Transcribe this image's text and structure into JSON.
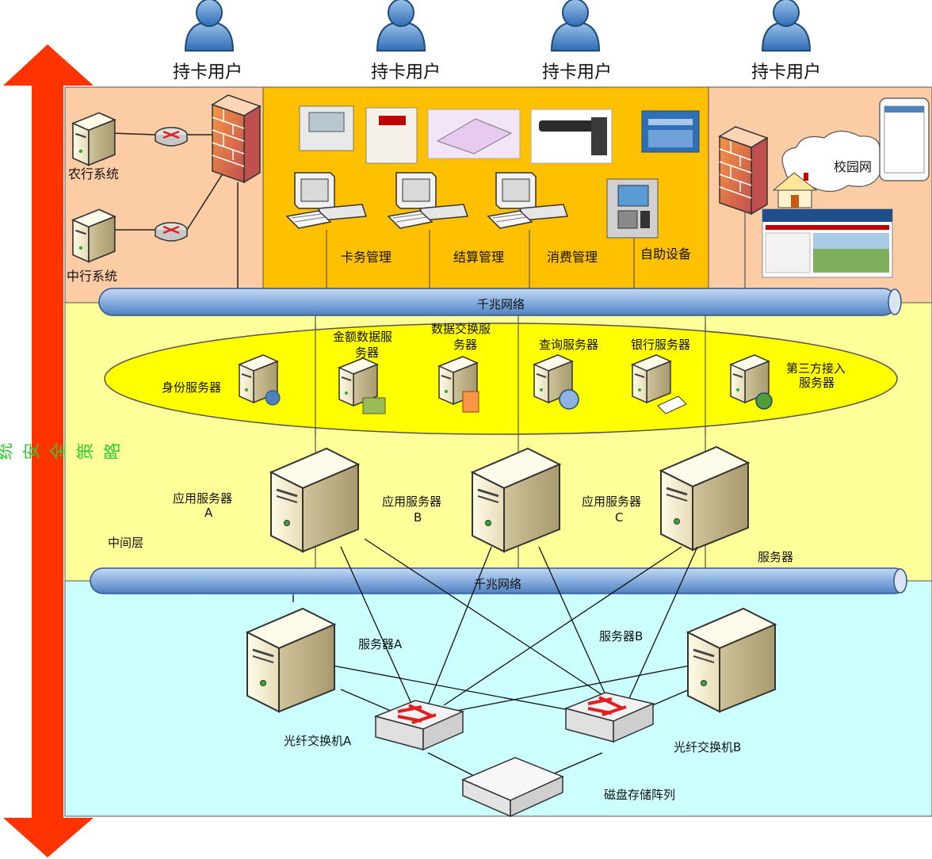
{
  "users": {
    "u1": "持卡用户",
    "u2": "持卡用户",
    "u3": "持卡用户",
    "u4": "持卡用户"
  },
  "side_arrow": {
    "label": "系统安全策略",
    "color": "#FF3300",
    "text_color": "#33CC33"
  },
  "top_layer": {
    "abc_system": "农行系统",
    "boc_system": "中行系统",
    "card_mgmt": "卡务管理",
    "settle_mgmt": "结算管理",
    "consume_mgmt": "消费管理",
    "self_service": "自助设备",
    "campus_net": "校园网"
  },
  "networks": {
    "gigabit_top": "千兆网络",
    "gigabit_bottom": "千兆网络"
  },
  "servers": {
    "identity": "身份服务器",
    "amount_data_1": "金额数据服",
    "amount_data_2": "务器",
    "data_exchange_1": "数据交换服",
    "data_exchange_2": "务器",
    "query": "查询服务器",
    "bank": "银行服务器",
    "third_party_1": "第三方接入",
    "third_party_2": "服务器",
    "app_a_1": "应用服务器",
    "app_a_2": "A",
    "app_b_1": "应用服务器",
    "app_b_2": "B",
    "app_c_1": "应用服务器",
    "app_c_2": "C",
    "middle_layer": "中间层",
    "server_group": "服务器"
  },
  "storage": {
    "server_a": "服务器A",
    "server_b": "服务器B",
    "switch_a": "光纤交换机A",
    "switch_b": "光纤交换机B",
    "disk_array": "磁盘存储阵列"
  },
  "colors": {
    "top_left_bg": "#FCCCA5",
    "top_mid_bg": "#FFC000",
    "middle_bg": "#FFFF99",
    "bottom_bg": "#CCFFFF",
    "ellipse": "#FFFF00",
    "pipe": "#8DB3E2"
  }
}
